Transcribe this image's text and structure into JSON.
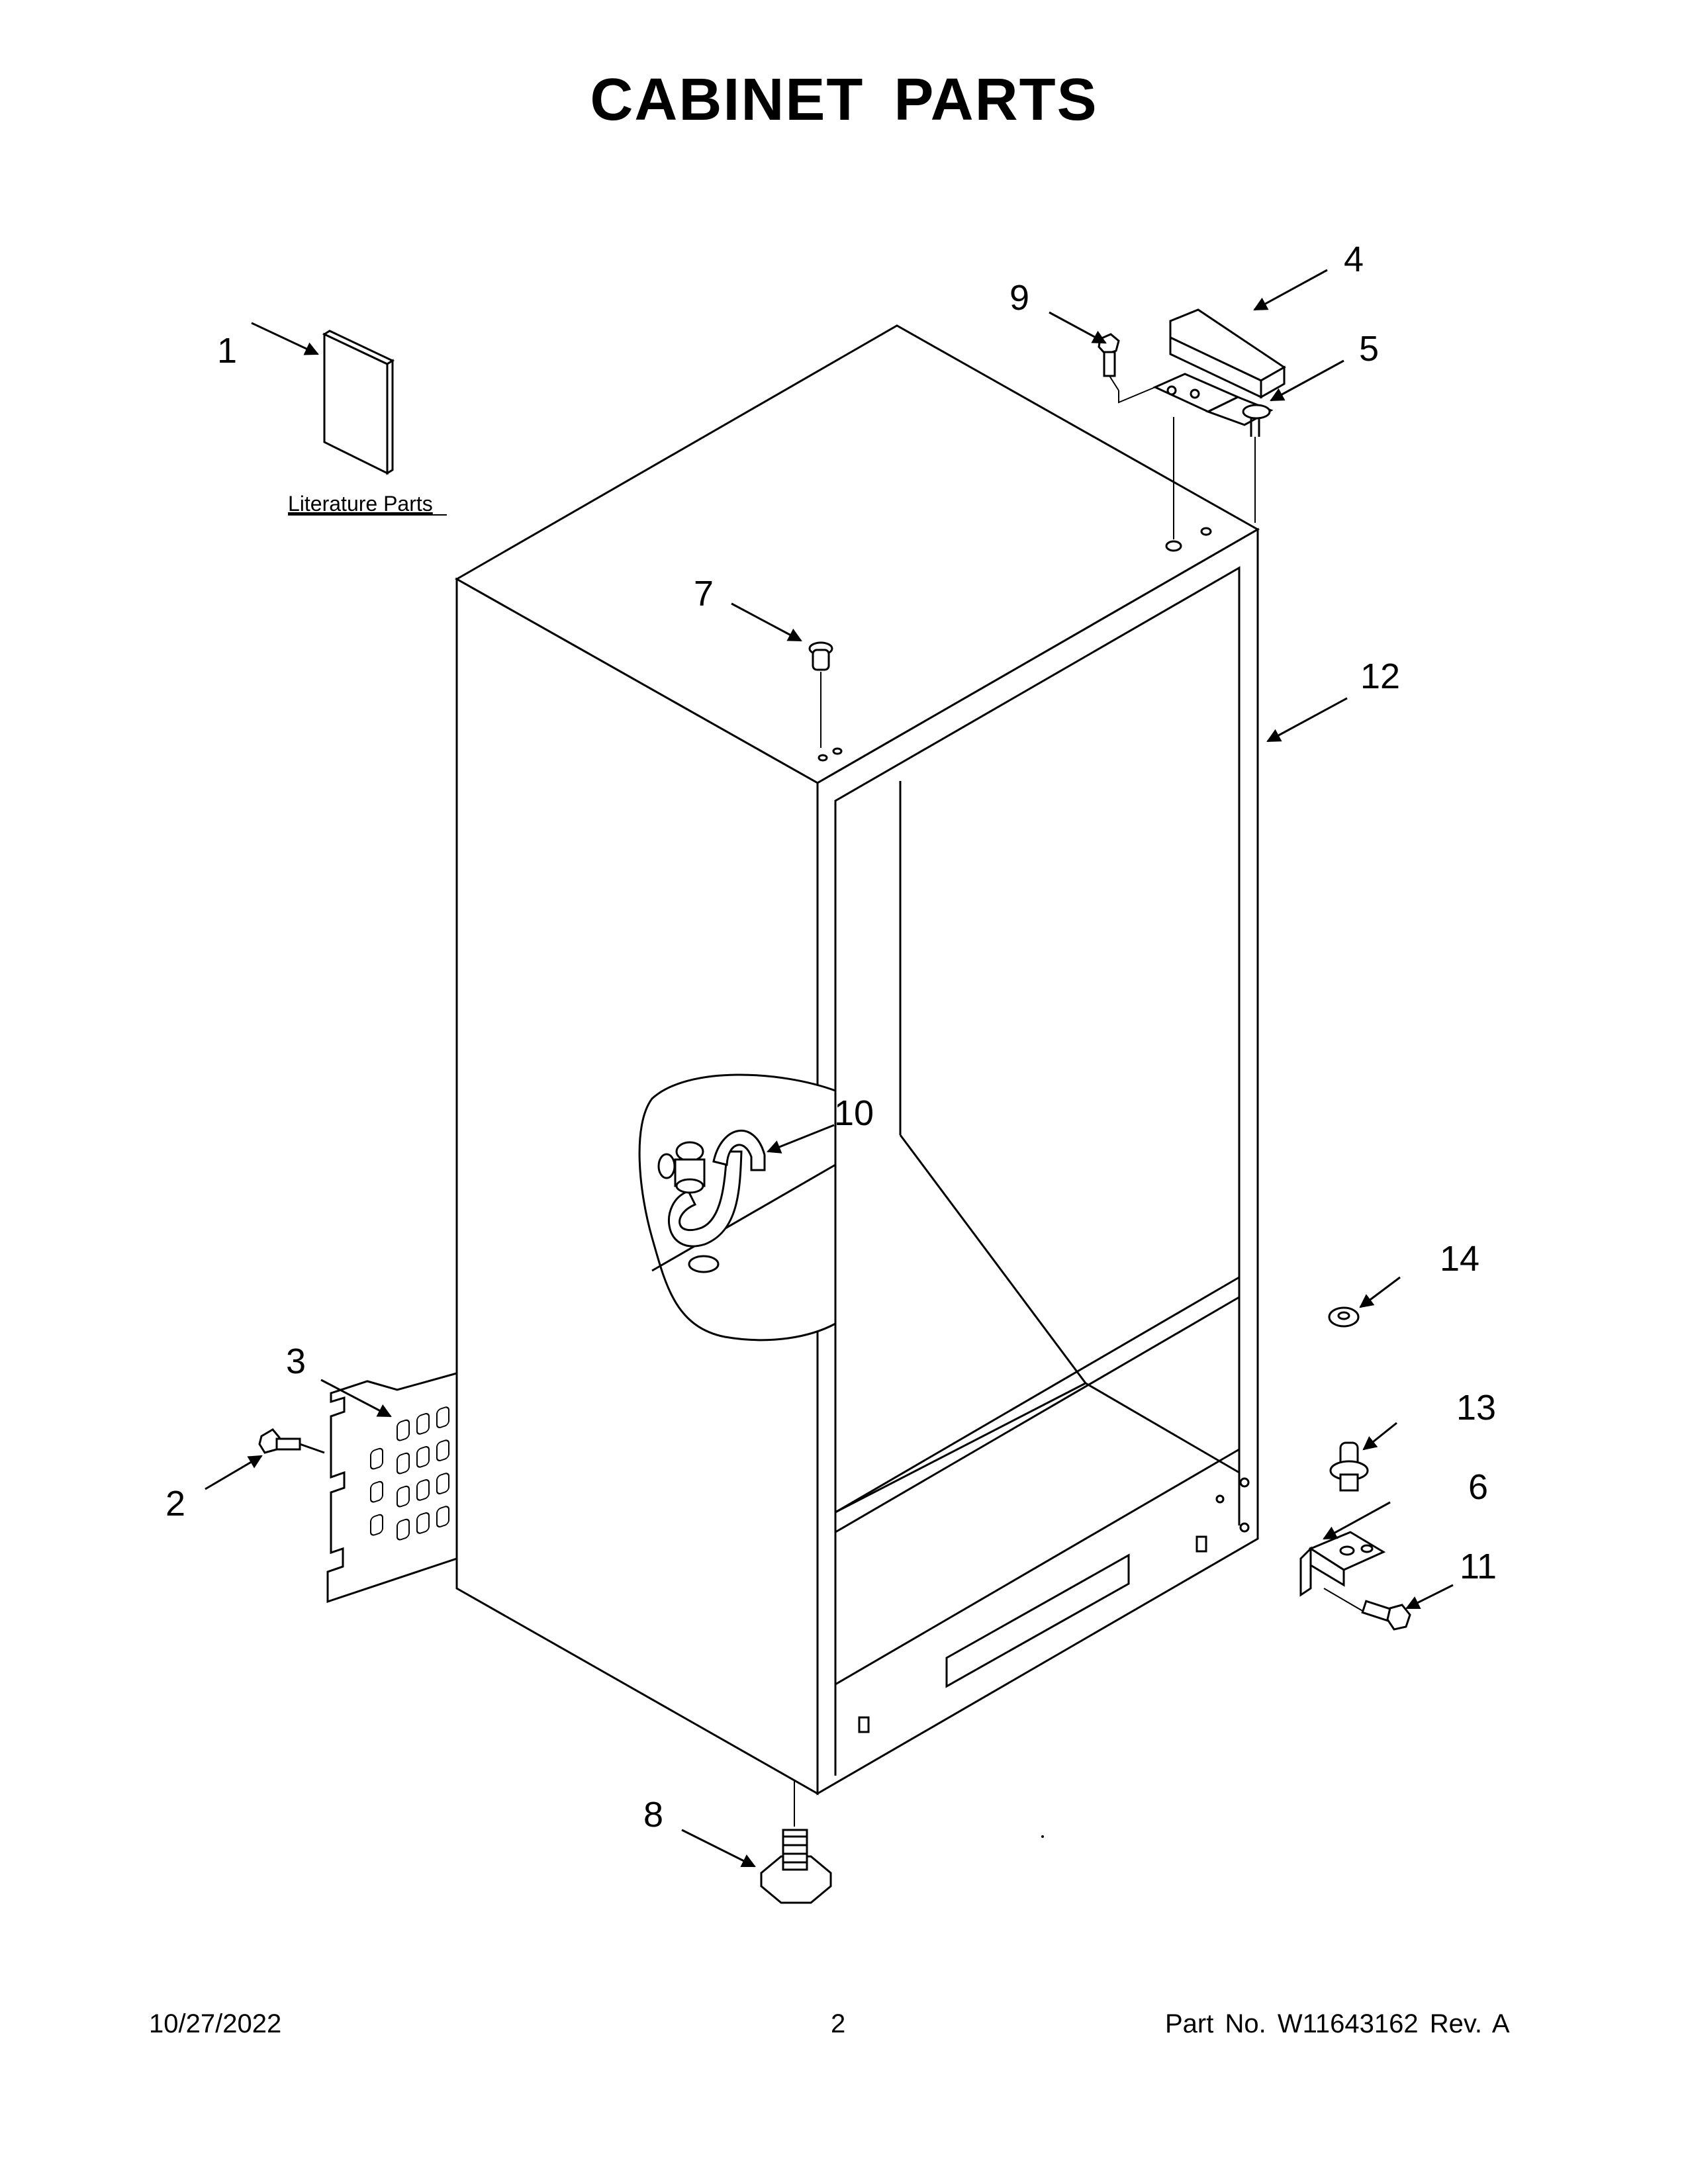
{
  "title": "CABINET PARTS",
  "literature_label": "Literature Parts",
  "callouts": [
    {
      "num": "1"
    },
    {
      "num": "2"
    },
    {
      "num": "3"
    },
    {
      "num": "4"
    },
    {
      "num": "5"
    },
    {
      "num": "6"
    },
    {
      "num": "7"
    },
    {
      "num": "8"
    },
    {
      "num": "9"
    },
    {
      "num": "10"
    },
    {
      "num": "11"
    },
    {
      "num": "12"
    },
    {
      "num": "13"
    },
    {
      "num": "14"
    }
  ],
  "footer": {
    "date": "10/27/2022",
    "page": "2",
    "part": "Part No.  W11643162  Rev.  A"
  }
}
